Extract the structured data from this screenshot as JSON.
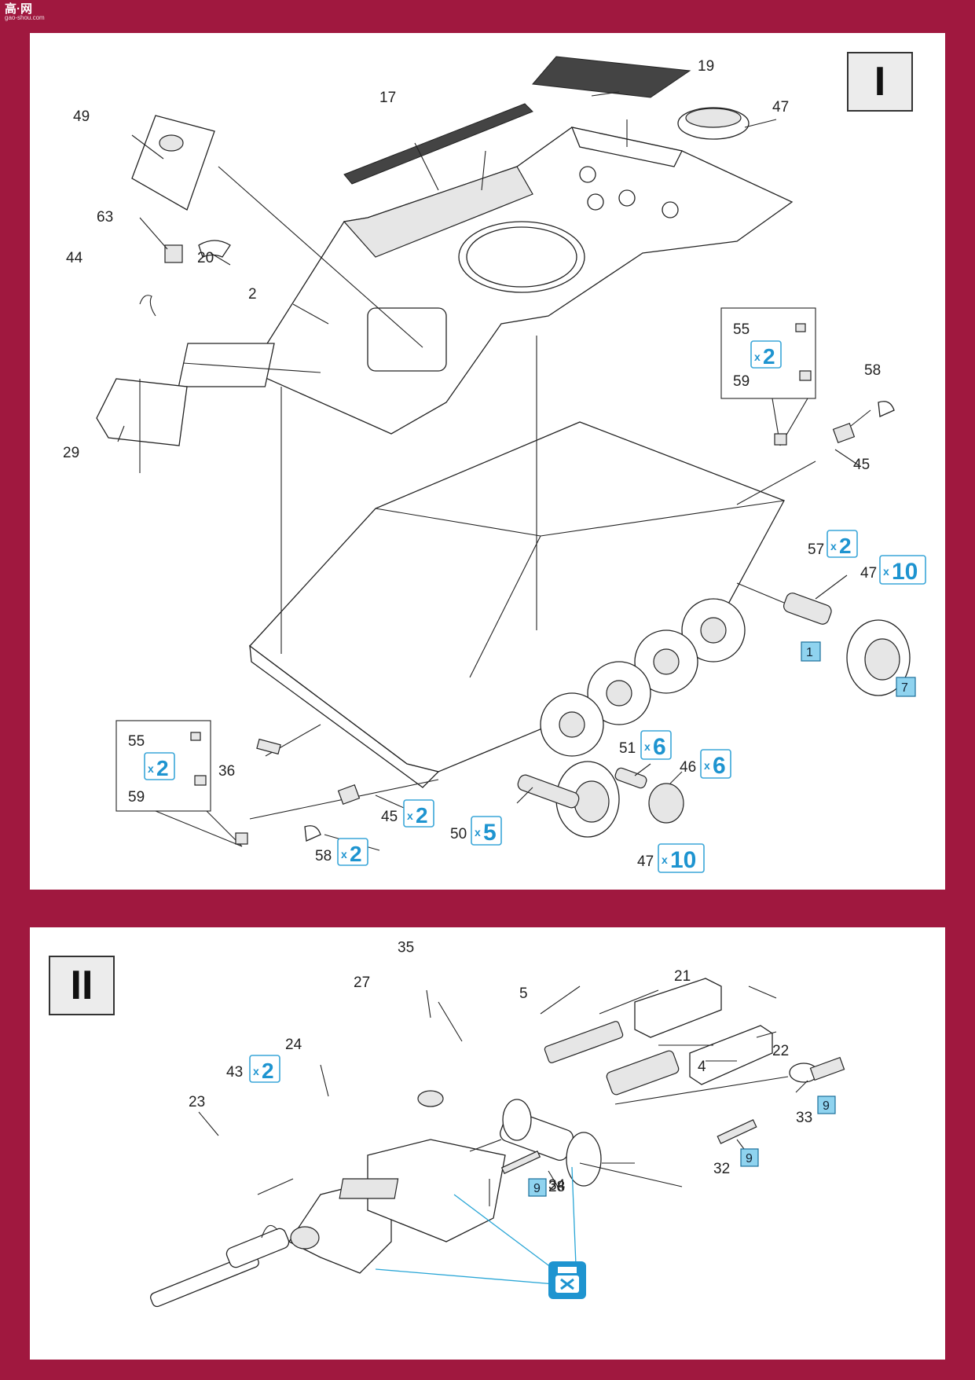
{
  "watermark": {
    "main": "高·网",
    "sub": "gao-shou.com"
  },
  "colors": {
    "frame": "#a0183f",
    "accent": "#1e94d0",
    "ref_fill": "#8fd3ef"
  },
  "step1": {
    "label": "I",
    "parts": {
      "p17": "17",
      "p19": "19",
      "p47a": "47",
      "p49": "49",
      "p63": "63",
      "p20": "20",
      "p44": "44",
      "p2": "2",
      "p29": "29",
      "p55a": "55",
      "p59a": "59",
      "p58a": "58",
      "p45a": "45",
      "p57": "57",
      "p47b": "47",
      "p55b": "55",
      "p59b": "59",
      "p36": "36",
      "p51": "51",
      "p46": "46",
      "p45b": "45",
      "p50": "50",
      "p58b": "58",
      "p47c": "47"
    },
    "qty": {
      "q55a": {
        "x": "x",
        "n": "2"
      },
      "q57": {
        "x": "x",
        "n": "2"
      },
      "q47b": {
        "x": "x",
        "n": "10"
      },
      "q55b": {
        "x": "x",
        "n": "2"
      },
      "q51": {
        "x": "x",
        "n": "6"
      },
      "q46": {
        "x": "x",
        "n": "6"
      },
      "q45b": {
        "x": "x",
        "n": "2"
      },
      "q50": {
        "x": "x",
        "n": "5"
      },
      "q58b": {
        "x": "x",
        "n": "2"
      },
      "q47c": {
        "x": "x",
        "n": "10"
      }
    },
    "refs": {
      "r1": "1",
      "r7": "7"
    }
  },
  "step2": {
    "label": "II",
    "parts": {
      "p21": "21",
      "p5": "5",
      "p22": "22",
      "p4": "4",
      "p35": "35",
      "p33": "33",
      "p27": "27",
      "p32": "32",
      "p34": "34",
      "p28": "28",
      "p24": "24",
      "p43": "43",
      "p23": "23"
    },
    "qty": {
      "q43": {
        "x": "x",
        "n": "2"
      }
    },
    "refs": {
      "r33": "9",
      "r32": "9",
      "r34": "9"
    },
    "icon": "remove-icon"
  }
}
